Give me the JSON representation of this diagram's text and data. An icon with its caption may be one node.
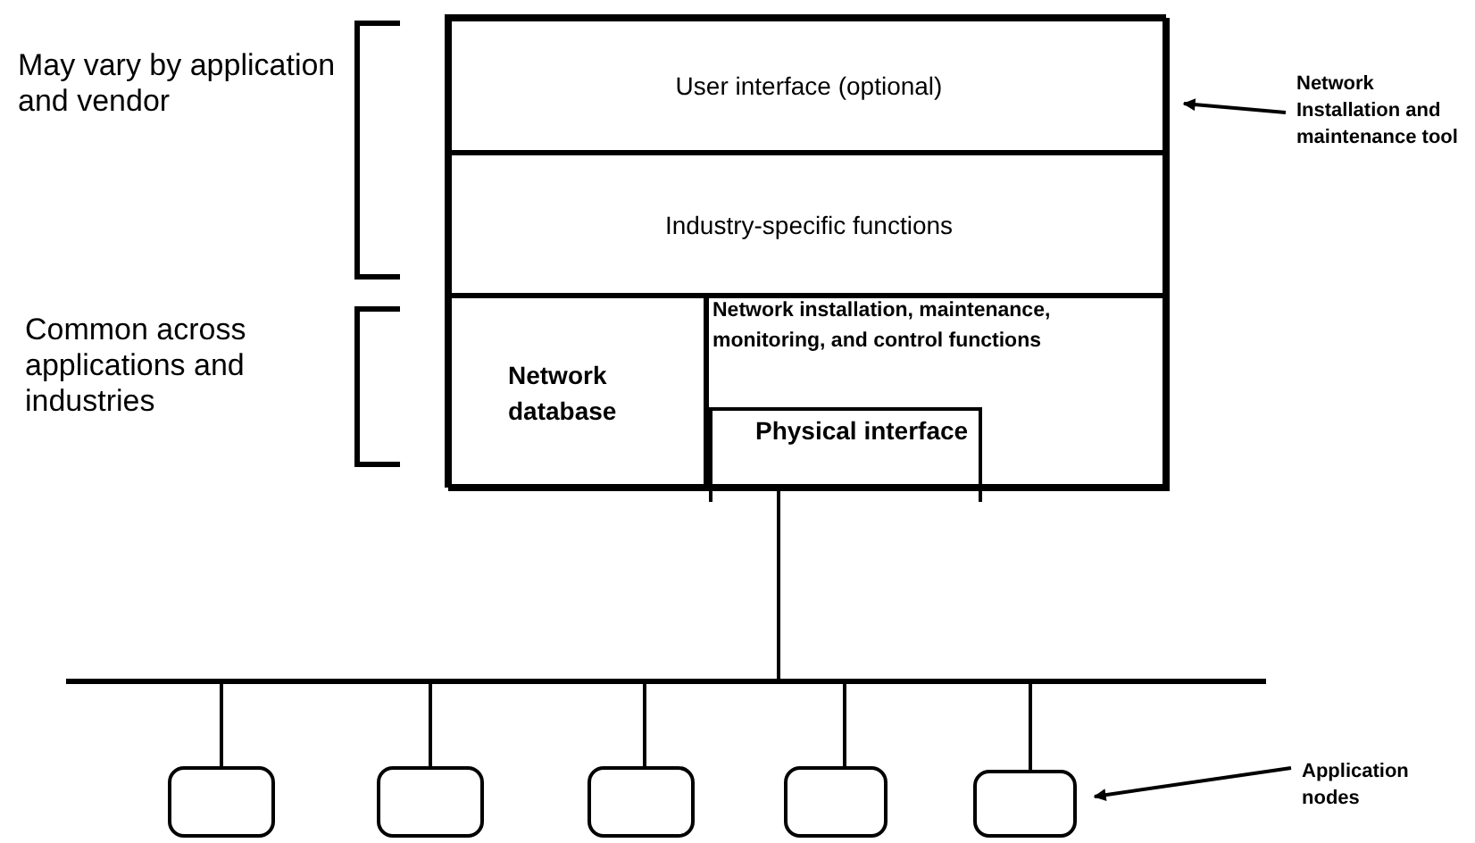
{
  "diagram": {
    "nodes": [
      {
        "text": [],
        "shape": "box"
      },
      {
        "text": [
          "User interface (optional)"
        ],
        "in": 0
      },
      {
        "text": [
          "Industry-specific functions"
        ],
        "in": 0
      },
      {
        "text": [
          "Network database"
        ],
        "in": 0
      },
      {
        "text": [
          "Network installation, maintenance, monitoring, and control functions"
        ],
        "in": 0
      },
      {
        "text": [
          "Physical interface"
        ],
        "in": 4
      },
      {
        "text": [],
        "shape": "bar"
      },
      {
        "text": [],
        "shape": "box"
      },
      {
        "text": [],
        "shape": "box"
      },
      {
        "text": [],
        "shape": "box"
      },
      {
        "text": [],
        "shape": "box"
      },
      {
        "text": [],
        "shape": "box"
      },
      {
        "text": [
          "Network Installation and maintenance tool"
        ]
      },
      {
        "text": [
          "Application nodes"
        ]
      }
    ],
    "edges": [
      {
        "from": 12,
        "to": 0,
        "arrow": "to"
      },
      {
        "from": 5,
        "to": 6,
        "arrow": "none"
      },
      {
        "from": 6,
        "to": 7,
        "arrow": "none"
      },
      {
        "from": 6,
        "to": 8,
        "arrow": "none"
      },
      {
        "from": 6,
        "to": 9,
        "arrow": "none"
      },
      {
        "from": 6,
        "to": 10,
        "arrow": "none"
      },
      {
        "from": 6,
        "to": 11,
        "arrow": "none"
      },
      {
        "from": 13,
        "to": 11,
        "arrow": "to"
      }
    ],
    "labels": [
      "May vary by application and vendor",
      "Common across applications and industries"
    ]
  }
}
